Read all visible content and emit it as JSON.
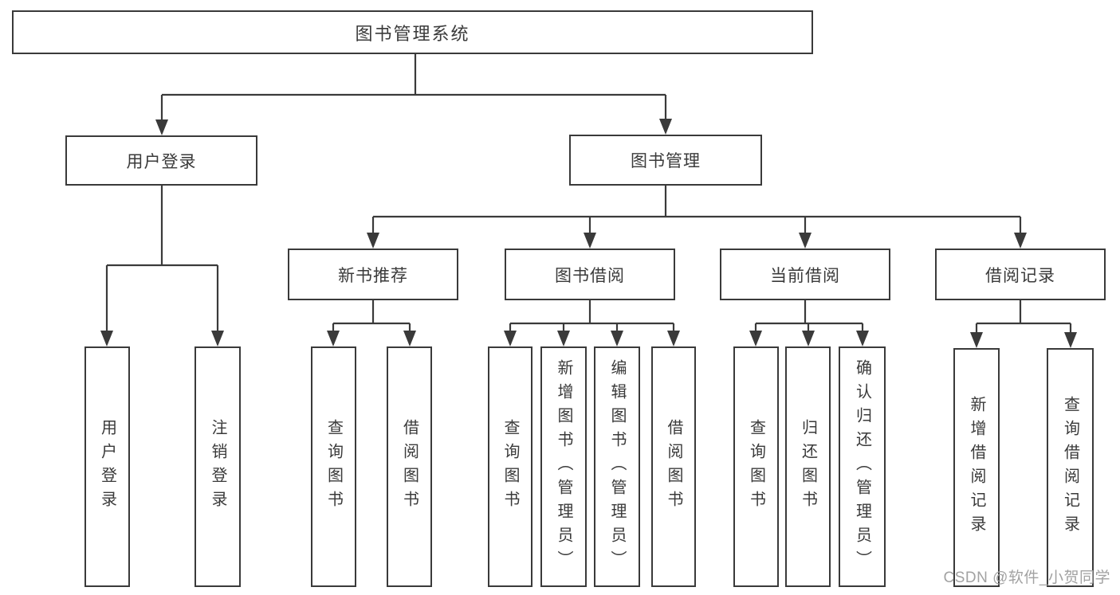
{
  "diagram": {
    "type": "hierarchy-diagram",
    "colors": {
      "line": "#3a3a3a",
      "box_border": "#3a3a3a",
      "box_bg": "#ffffff",
      "text": "#3a3a3a",
      "watermark_text": "#a2a2a2"
    },
    "tree": {
      "label": "图书管理系统",
      "children": [
        {
          "label": "用户登录",
          "children": [
            {
              "label": "用户登录"
            },
            {
              "label": "注销登录"
            }
          ]
        },
        {
          "label": "图书管理",
          "children": [
            {
              "label": "新书推荐",
              "children": [
                {
                  "label": "查询图书"
                },
                {
                  "label": "借阅图书"
                }
              ]
            },
            {
              "label": "图书借阅",
              "children": [
                {
                  "label": "查询图书"
                },
                {
                  "label": "新增图书（管理员）"
                },
                {
                  "label": "编辑图书（管理员）"
                },
                {
                  "label": "借阅图书"
                }
              ]
            },
            {
              "label": "当前借阅",
              "children": [
                {
                  "label": "查询图书"
                },
                {
                  "label": "归还图书"
                },
                {
                  "label": "确认归还（管理员）"
                }
              ]
            },
            {
              "label": "借阅记录",
              "children": [
                {
                  "label": "新增借阅记录"
                },
                {
                  "label": "查询借阅记录"
                }
              ]
            }
          ]
        }
      ]
    },
    "watermark": {
      "text": "CSDN @软件_小贺同学"
    }
  }
}
